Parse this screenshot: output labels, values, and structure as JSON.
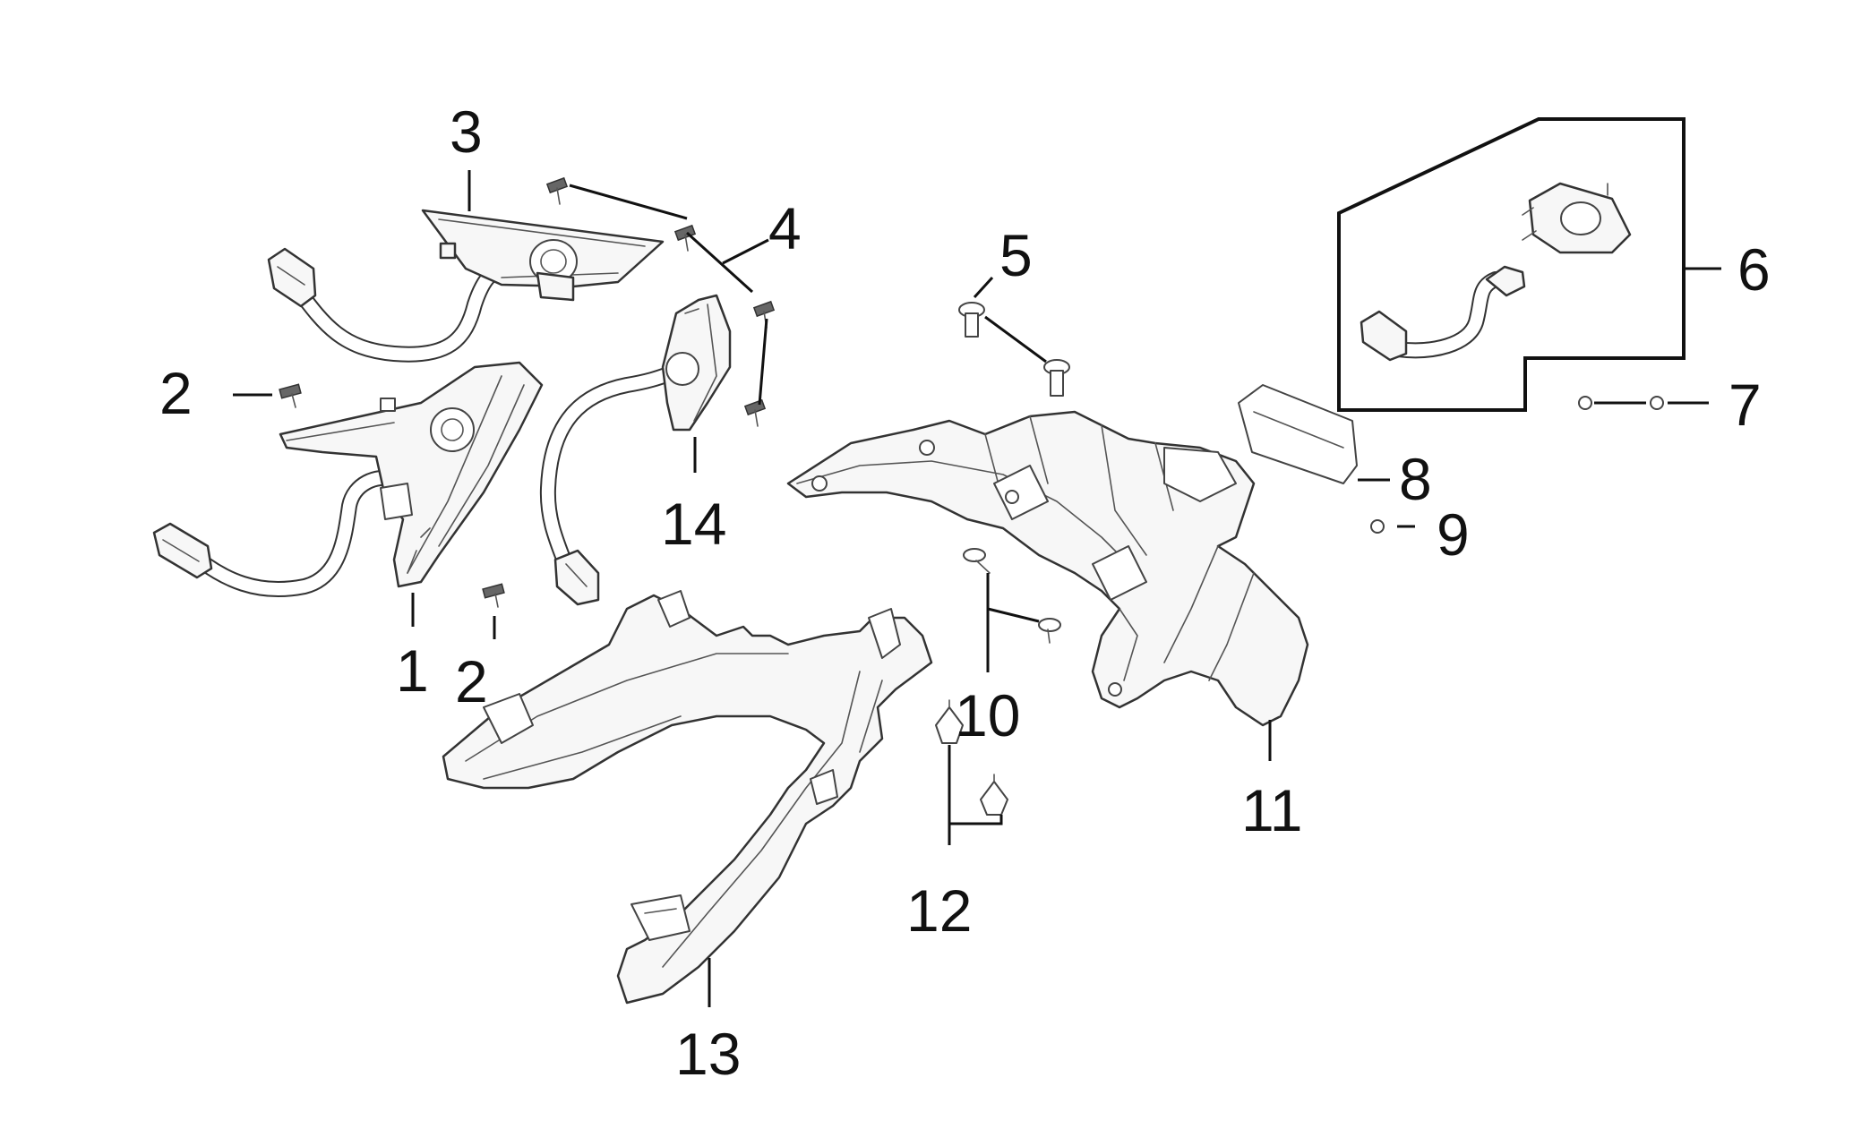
{
  "callouts": [
    {
      "id": "1",
      "label": "1"
    },
    {
      "id": "2a",
      "label": "2"
    },
    {
      "id": "2b",
      "label": "2"
    },
    {
      "id": "3",
      "label": "3"
    },
    {
      "id": "4",
      "label": "4"
    },
    {
      "id": "5",
      "label": "5"
    },
    {
      "id": "6",
      "label": "6"
    },
    {
      "id": "7",
      "label": "7"
    },
    {
      "id": "8",
      "label": "8"
    },
    {
      "id": "9",
      "label": "9"
    },
    {
      "id": "10",
      "label": "10"
    },
    {
      "id": "11",
      "label": "11"
    },
    {
      "id": "12",
      "label": "12"
    },
    {
      "id": "13",
      "label": "13"
    },
    {
      "id": "14",
      "label": "14"
    }
  ],
  "colors": {
    "line": "#111111",
    "part_stroke": "#333333",
    "part_fill": "#f7f7f7",
    "background": "#ffffff"
  }
}
